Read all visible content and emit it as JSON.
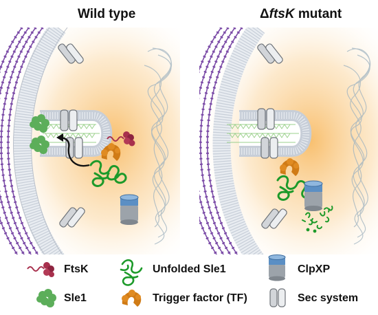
{
  "titles": {
    "wild_type": "Wild type",
    "mutant_prefix": "Δ",
    "mutant_italic": "ftsK",
    "mutant_suffix": " mutant"
  },
  "legend": {
    "ftsk": "FtsK",
    "sle1": "Sle1",
    "unfolded_sle1": "Unfolded Sle1",
    "trigger_factor": "Trigger factor (TF)",
    "clpxp": "ClpXP",
    "sec_system": "Sec system"
  },
  "colors": {
    "peptidoglycan": "#7a4aa6",
    "membrane": "#d6dbe3",
    "ftsk": "#a8304d",
    "sle1": "#5cae5a",
    "unfolded_sle1": "#1d9a2a",
    "trigger_factor": "#d07b16",
    "clpxp_top": "#5b8fc4",
    "clpxp_body": "#9ca3aa",
    "sec": "#c9ccd0",
    "cytoplasm": "#f7b455"
  }
}
